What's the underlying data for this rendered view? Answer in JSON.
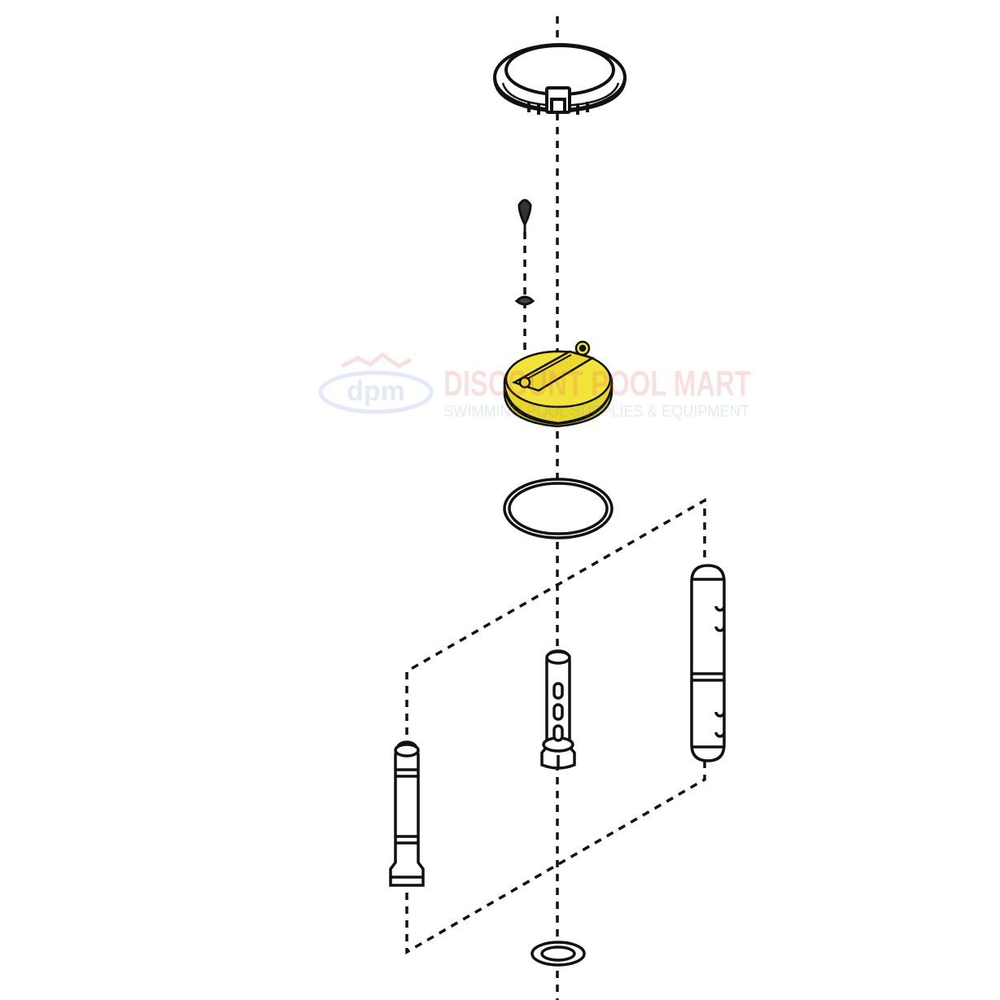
{
  "colors": {
    "ink": "#111111",
    "highlight": "#f2e33a",
    "highlight_shadow": "#d9c51c",
    "watermark_red": "#e25a5a",
    "watermark_blue": "#6a8fcf"
  },
  "watermark": {
    "logo": "dpm",
    "brand_line1": "DISCOUNT POOL MART",
    "brand_line2": "SWIMMING POOL SUPPLIES & EQUIPMENT"
  },
  "parts": [
    {
      "id": "clamp-ring",
      "icon": "clamp-ring-icon"
    },
    {
      "id": "bleeder-plug",
      "icon": "bleeder-plug-icon"
    },
    {
      "id": "small-o-ring",
      "icon": "small-o-ring-icon"
    },
    {
      "id": "cap",
      "icon": "cap-icon",
      "highlighted": true
    },
    {
      "id": "large-o-ring",
      "icon": "o-ring-icon"
    },
    {
      "id": "left-tube",
      "icon": "left-tube-icon"
    },
    {
      "id": "center-tube",
      "icon": "center-tube-icon"
    },
    {
      "id": "right-tube",
      "icon": "right-tube-icon"
    },
    {
      "id": "bottom-washer",
      "icon": "washer-icon"
    }
  ]
}
